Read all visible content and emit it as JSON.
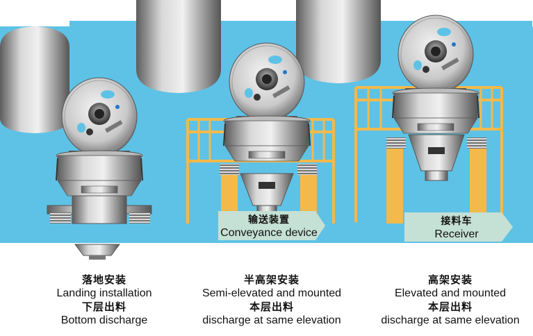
{
  "colors": {
    "sky": "#5ec2e6",
    "steel_light": "#d9d9d9",
    "steel_mid": "#a9a9a9",
    "steel_dark": "#6f6f6f",
    "frame": "#f3b94b",
    "tag_fill": "#c5e0d4"
  },
  "labels": {
    "conveyance_zh": "输送装置",
    "conveyance_en": "Conveyance device",
    "receiver_zh": "接料车",
    "receiver_en": "Receiver"
  },
  "captions": {
    "left": {
      "zh1": "落地安装",
      "en1": "Landing installation",
      "zh2": "下层出料",
      "en2": "Bottom discharge"
    },
    "middle": {
      "zh1": "半高架安装",
      "en1": "Semi-elevated and mounted",
      "zh2": "本层出料",
      "en2": "discharge at same elevation"
    },
    "right": {
      "zh1": "高架安装",
      "en1": "Elevated and mounted",
      "zh2": "本层出料",
      "en2": "discharge at same elevation"
    }
  }
}
